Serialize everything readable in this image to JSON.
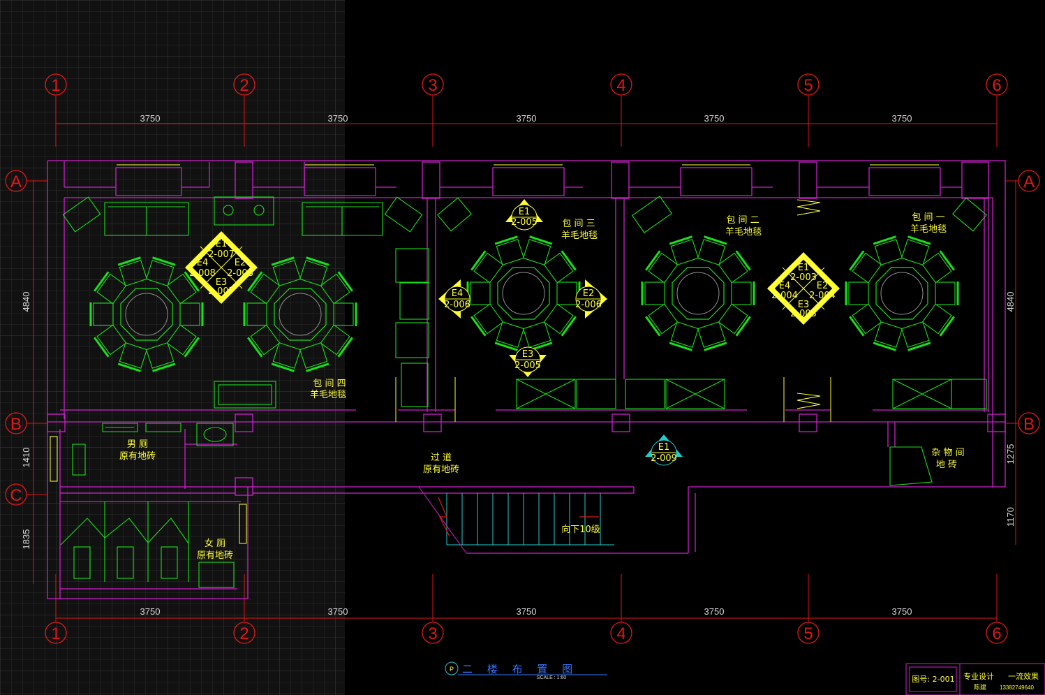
{
  "axes": {
    "columns": [
      "1",
      "2",
      "3",
      "4",
      "5",
      "6"
    ],
    "rows": [
      "A",
      "B",
      "C"
    ]
  },
  "dimensions": {
    "top": [
      "3750",
      "3750",
      "3750",
      "3750",
      "3750"
    ],
    "bottom": [
      "3750",
      "3750",
      "3750",
      "3750",
      "3750"
    ],
    "left": [
      "4840",
      "1410",
      "1835"
    ],
    "right": [
      "4840",
      "1275",
      "1170"
    ]
  },
  "rooms": {
    "room4_name": "包 间 四",
    "room4_floor": "羊毛地毯",
    "room3_name": "包 间 三",
    "room3_floor": "羊毛地毯",
    "room2_name": "包 间 二",
    "room2_floor": "羊毛地毯",
    "room1_name": "包 间 一",
    "room1_floor": "羊毛地毯",
    "mens_name": "男 厕",
    "mens_floor": "原有地砖",
    "womens_name": "女 厕",
    "womens_floor": "原有地砖",
    "corridor_name": "过 道",
    "corridor_floor": "原有地砖",
    "storage_name": "杂 物 间",
    "storage_floor": "地 砖",
    "stair_label": "向下10级"
  },
  "elevation_tags": {
    "room4": {
      "e1": "E1",
      "e1_ref": "2-007",
      "e2": "E2",
      "e2_ref": "2-008",
      "e3": "E3",
      "e3_ref": "2-007",
      "e4": "E4",
      "e4_ref": "2-008"
    },
    "room3": {
      "e1": "E1",
      "e1_ref": "2-005",
      "e2": "E2",
      "e2_ref": "2-006",
      "e3": "E3",
      "e3_ref": "2-005",
      "e4": "E4",
      "e4_ref": "2-006"
    },
    "room12": {
      "e1": "E1",
      "e1_ref": "2-003",
      "e2": "E2",
      "e2_ref": "2-004",
      "e3": "E3",
      "e3_ref": "2-003",
      "e4": "E4",
      "e4_ref": "2-004"
    },
    "corridor": {
      "e1": "E1",
      "e1_ref": "2-009"
    }
  },
  "title_block": {
    "drawing_title": "二  楼  布  置  图",
    "scale": "SCALE : 1:60",
    "badge": "P",
    "drawing_no": "图号: 2-001",
    "firm": "专业设计",
    "firm_slogan": "一流效果",
    "designer": "陈建",
    "phone": "13382749640"
  },
  "colors": {
    "background": "#000000",
    "walls": "#d020d0",
    "furniture": "#18e018",
    "annotations": "#ffff33",
    "axes": "#e01818",
    "dimensions": "#d8d8d8",
    "stairs": "#22cccc"
  }
}
